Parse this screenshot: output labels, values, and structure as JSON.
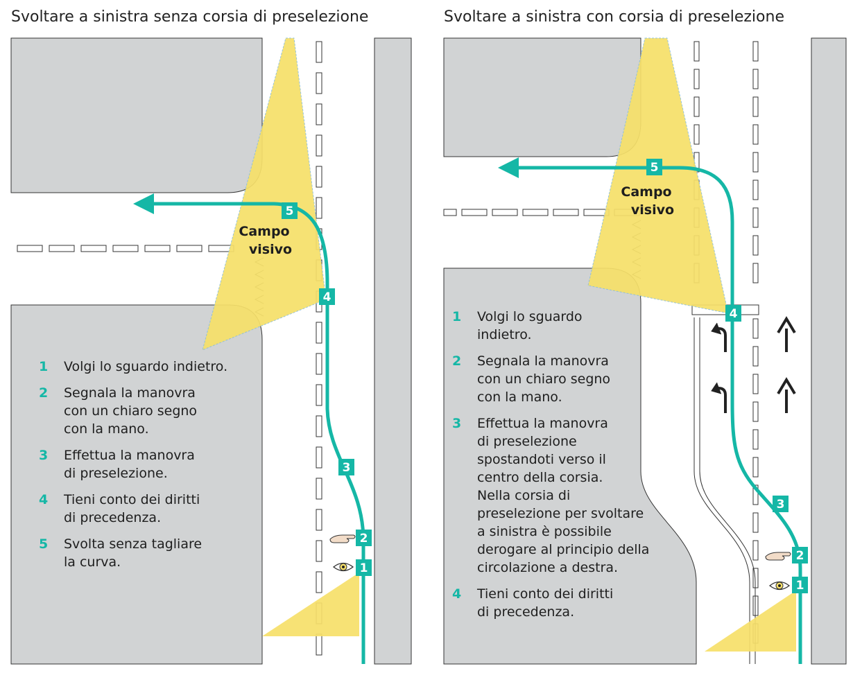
{
  "colors": {
    "path": "#15b7a6",
    "block": "#d1d3d4",
    "fov": "#f6e06a",
    "badge_text": "#ffffff",
    "number": "#15b7a6"
  },
  "left": {
    "title": "Svoltare a sinistra senza corsia di preselezione",
    "fov_label": [
      "Campo",
      "visivo"
    ],
    "badges": [
      "1",
      "2",
      "3",
      "4",
      "5"
    ],
    "steps": [
      {
        "num": "1",
        "text": "Volgi lo sguardo indietro."
      },
      {
        "num": "2",
        "text": "Segnala la manovra\ncon un chiaro segno\ncon la mano."
      },
      {
        "num": "3",
        "text": "Effettua la manovra\ndi preselezione."
      },
      {
        "num": "4",
        "text": "Tieni conto dei diritti\ndi precedenza."
      },
      {
        "num": "5",
        "text": "Svolta senza tagliare\nla curva."
      }
    ]
  },
  "right": {
    "title": "Svoltare a sinistra con corsia di preselezione",
    "fov_label": [
      "Campo",
      "visivo"
    ],
    "badges": [
      "1",
      "2",
      "3",
      "4",
      "5"
    ],
    "steps": [
      {
        "num": "1",
        "text": "Volgi lo sguardo\nindietro."
      },
      {
        "num": "2",
        "text": "Segnala la manovra\ncon un chiaro segno\ncon la mano."
      },
      {
        "num": "3",
        "text": "Effettua la manovra\ndi preselezione\nspostandoti verso il\ncentro della corsia.\nNella corsia di\npreselezione per svoltare\na sinistra è possibile\nderogare al principio della\ncircolazione a destra."
      },
      {
        "num": "4",
        "text": "Tieni conto dei diritti\ndi precedenza."
      }
    ]
  },
  "icons": {
    "eye": "eye-icon",
    "hand": "hand-signal-icon",
    "arrow_left": "left-turn-arrow-icon",
    "arrow_straight": "straight-arrow-icon"
  }
}
